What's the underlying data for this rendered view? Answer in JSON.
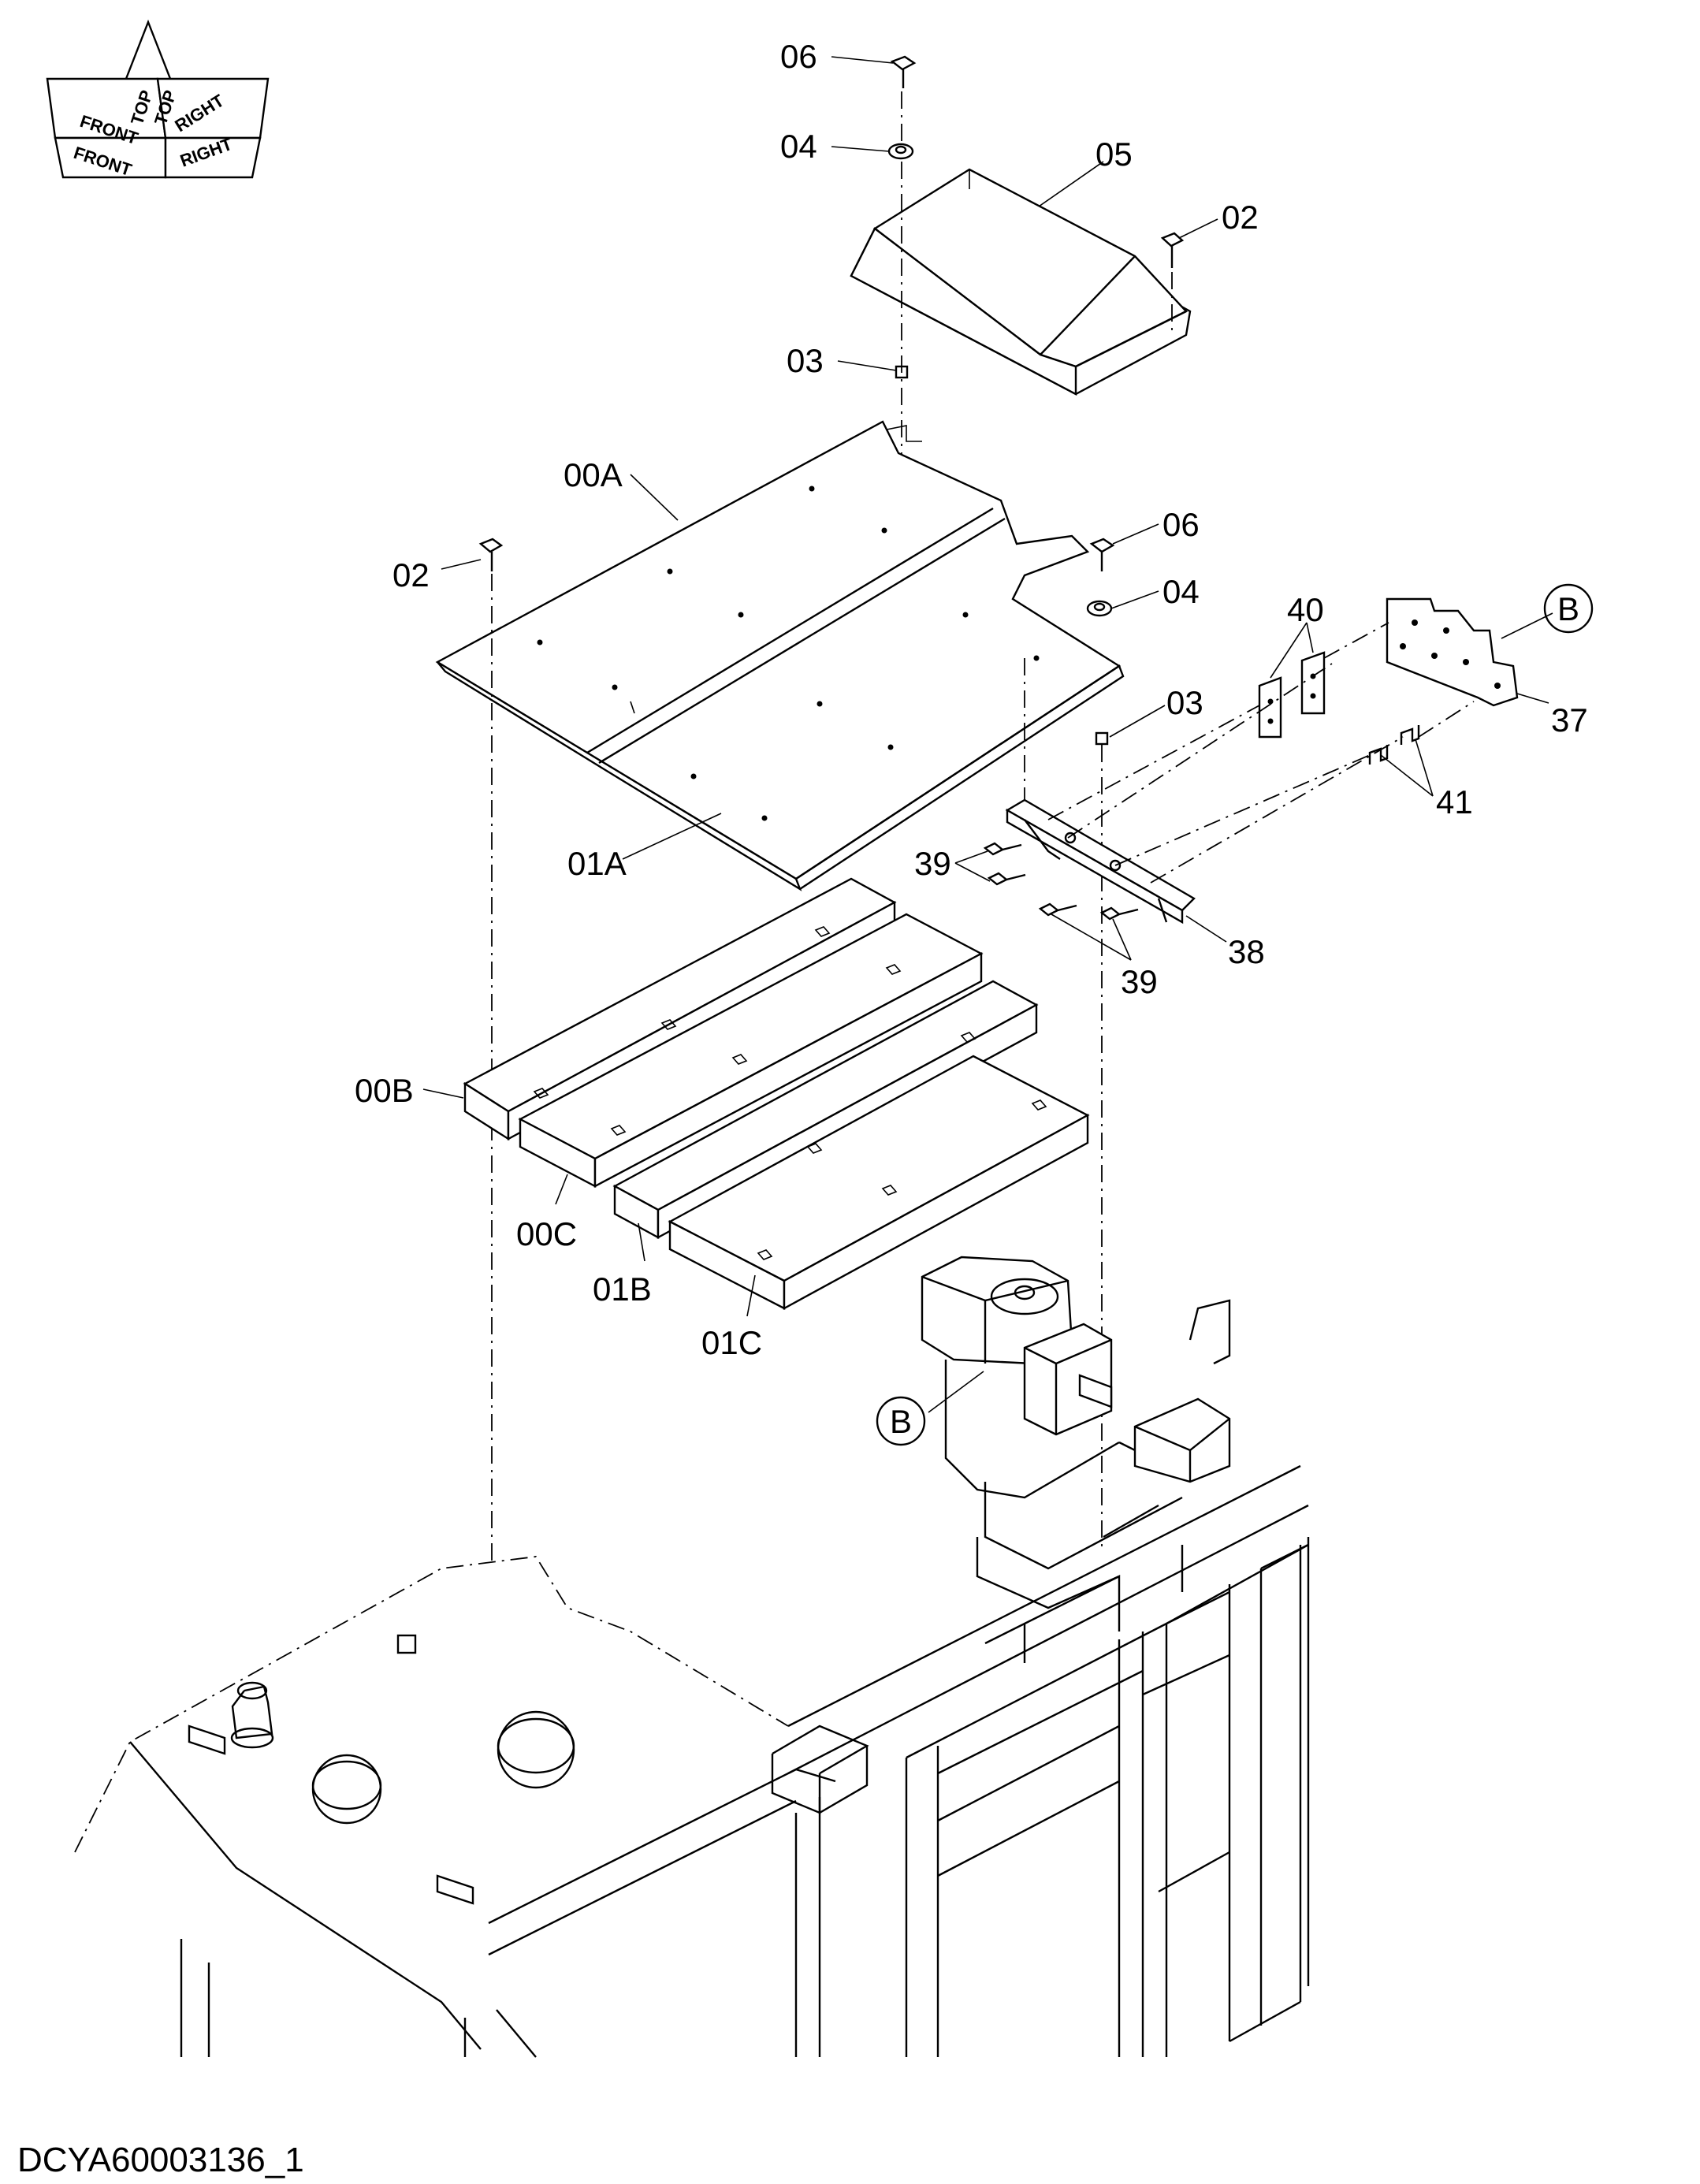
{
  "diagram_title": "DCYA60003136_1",
  "orientation": {
    "front_label": "FRONT",
    "front_shadow_label": "FRONT",
    "top_label": "TOP",
    "top_shadow_label": "TOP",
    "right_label": "RIGHT",
    "right_shadow_label": "RIGHT"
  },
  "callouts": {
    "c06_top": "06",
    "c04_top": "04",
    "c05": "05",
    "c02_right": "02",
    "c03_top": "03",
    "c00A": "00A",
    "c02_left": "02",
    "c06_mid": "06",
    "c04_mid": "04",
    "c40": "40",
    "cB_upper": "B",
    "c37": "37",
    "c03_mid": "03",
    "c41": "41",
    "c01A": "01A",
    "c39_upper": "39",
    "c38": "38",
    "c39_lower": "39",
    "c00B": "00B",
    "c00C": "00C",
    "c01B": "01B",
    "c01C": "01C",
    "cB_lower": "B"
  }
}
